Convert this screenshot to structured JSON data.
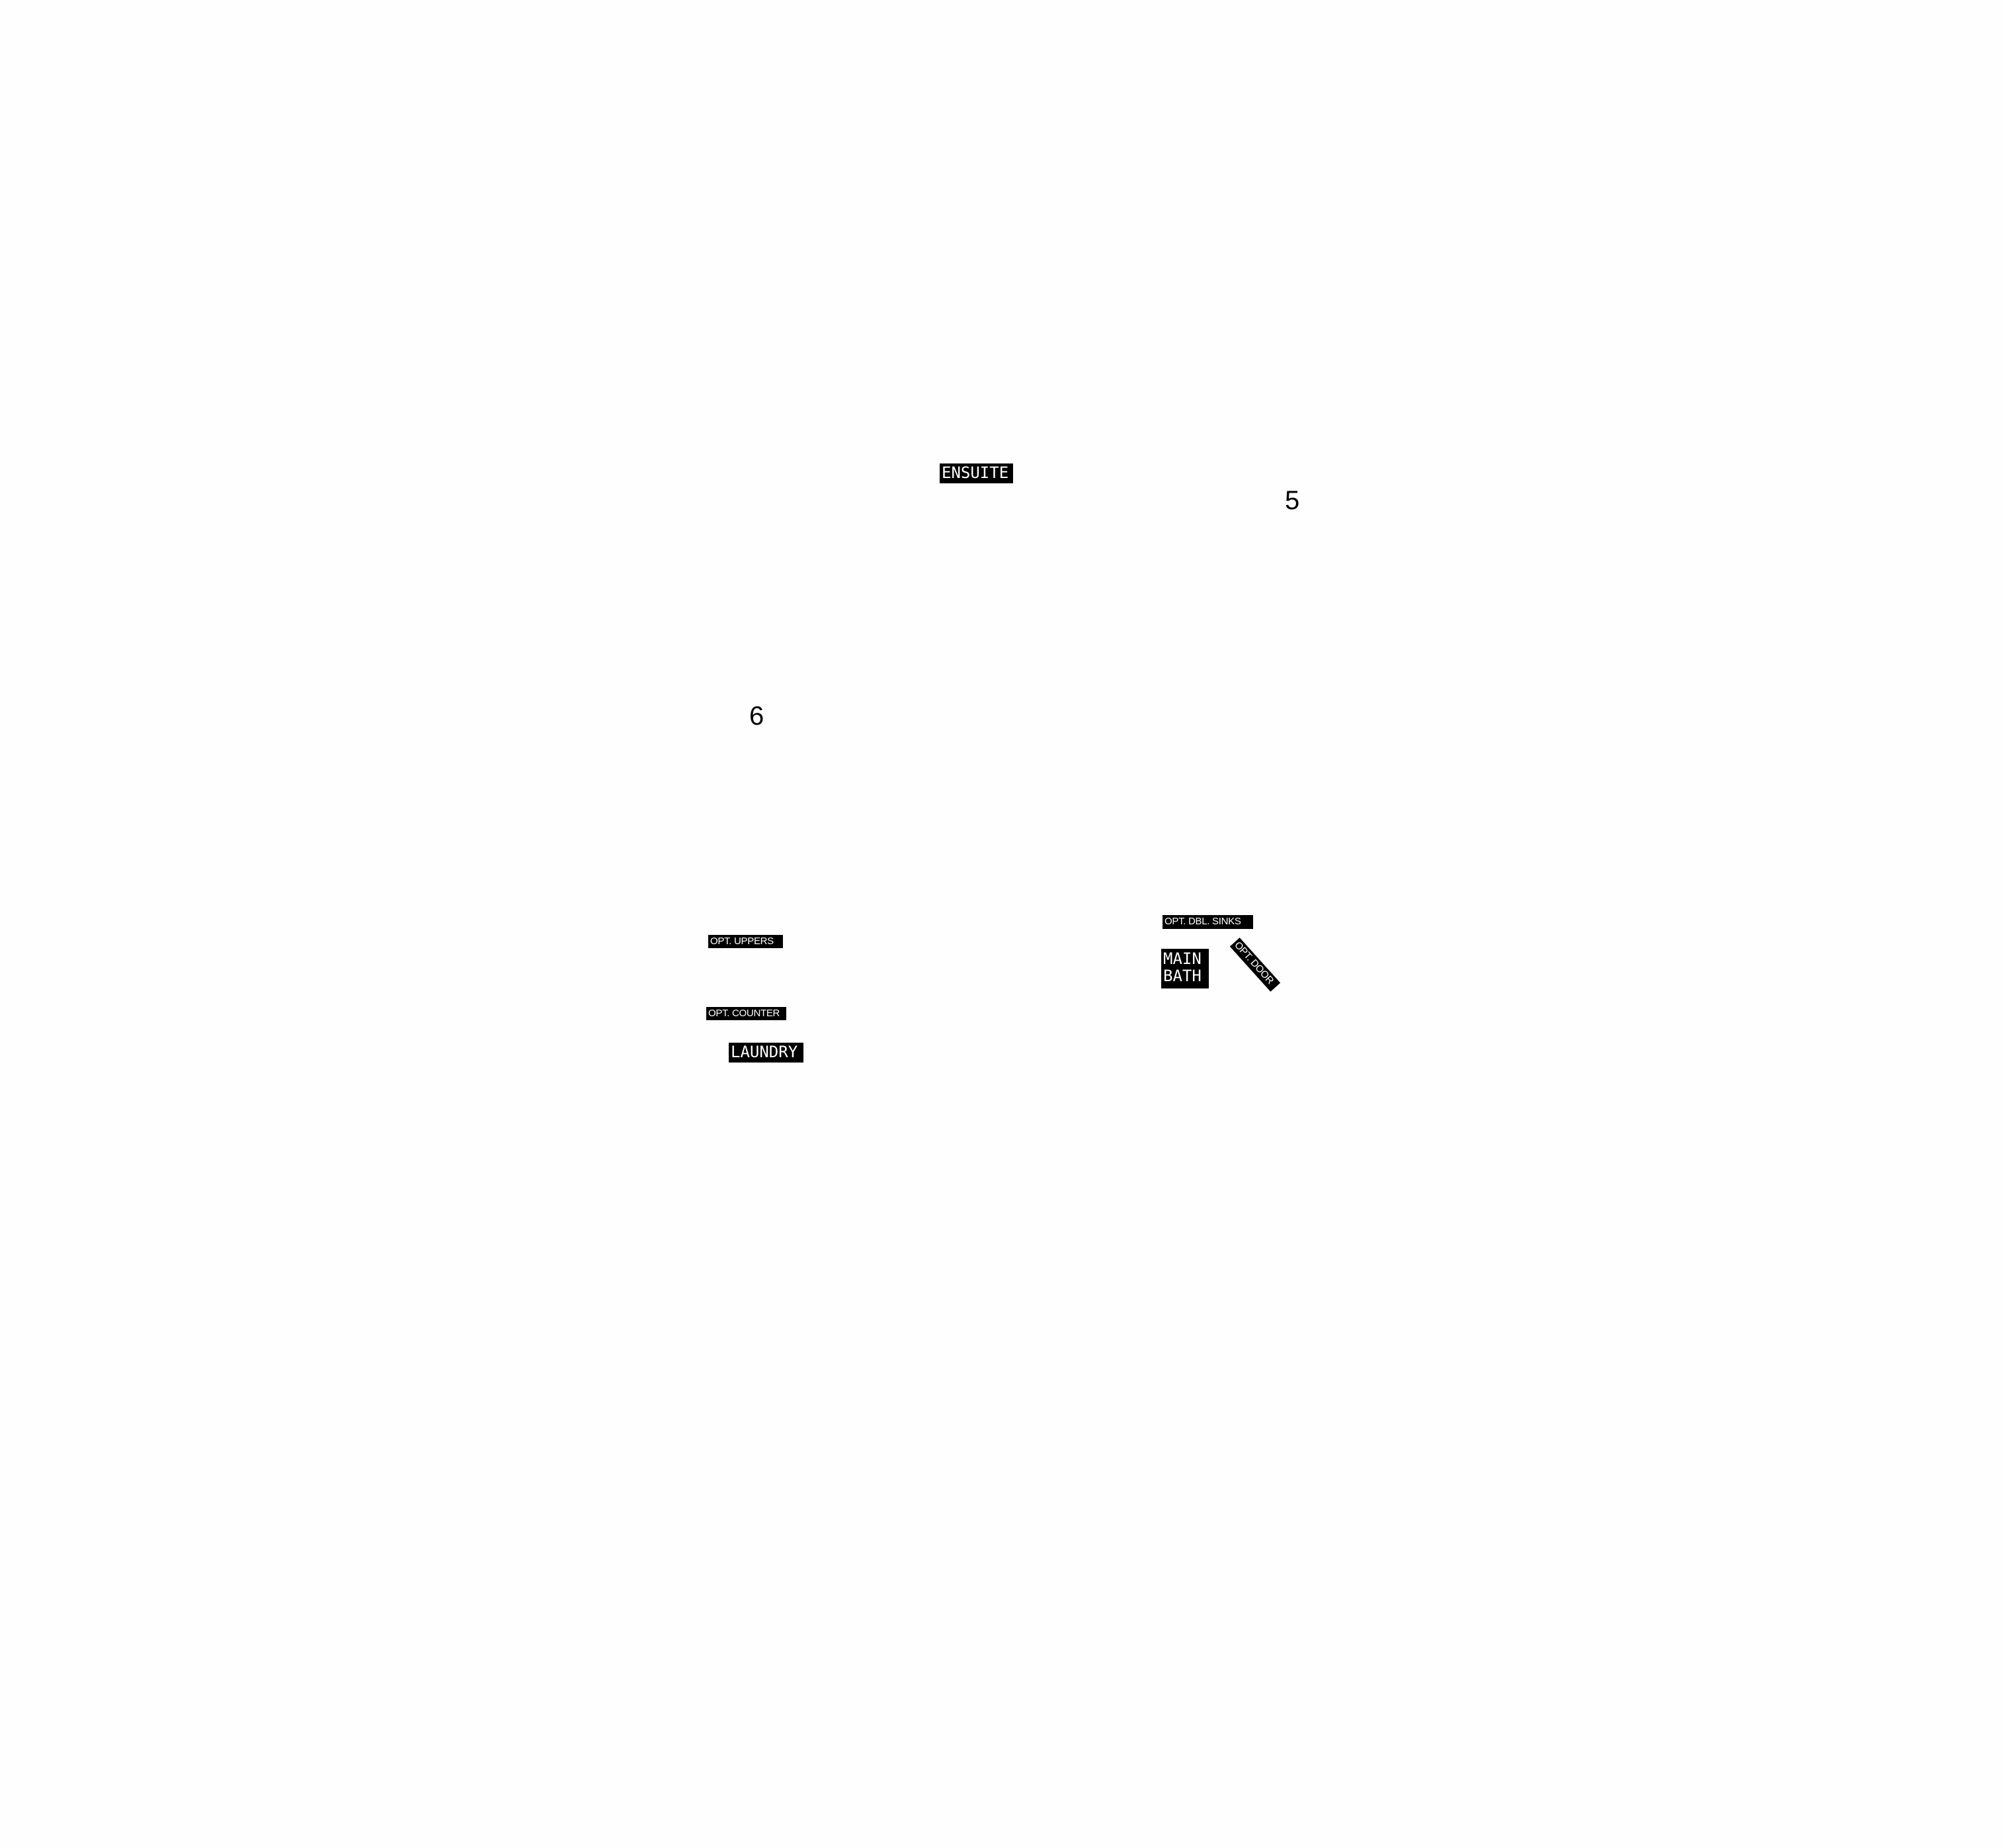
{
  "plan": {
    "labels": {
      "ensuite": "ENSUITE",
      "main_bath_line1": "MAIN",
      "main_bath_line2": "BATH",
      "laundry": "LAUNDRY",
      "opt_uppers": "OPT. UPPERS",
      "opt_counter": "OPT. COUNTER",
      "opt_dbl_sinks": "OPT. DBL. SINKS",
      "opt_door": "OPT. DOOR"
    },
    "numbers": {
      "five": "5",
      "six": "6"
    }
  }
}
